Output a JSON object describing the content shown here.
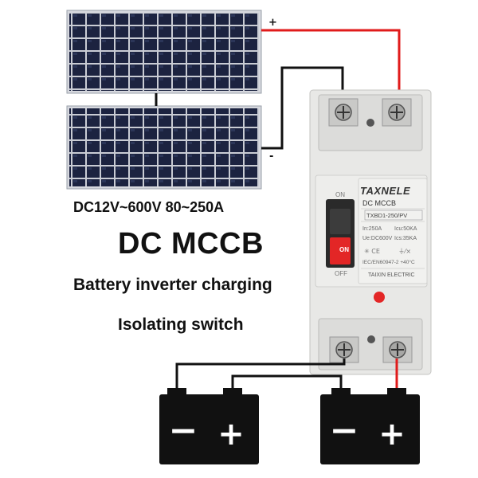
{
  "product": {
    "spec_line": "DC12V~600V 80~250A",
    "title": "DC MCCB",
    "feature_1": "Battery inverter charging",
    "feature_2": "Isolating switch"
  },
  "wiring": {
    "positive_symbol": "+",
    "negative_symbol": "-"
  },
  "breaker": {
    "brand": "TAXNELE",
    "product_name": "DC MCCB",
    "model": "TXBD1-250/PV",
    "rated_current": "In:250A",
    "icu": "Icu:50KA",
    "rated_voltage": "Ue:DC600V",
    "ics": "Ics:35KA",
    "standard": "IEC/EN60947-2  +40°C",
    "manufacturer": "TAIXIN ELECTRIC",
    "on_label": "ON",
    "off_label": "OFF",
    "handle_label": "ON"
  },
  "batteries": [
    {
      "minus": "−",
      "plus": "+"
    },
    {
      "minus": "−",
      "plus": "+"
    }
  ],
  "colors": {
    "positive_wire": "#e01b1b",
    "negative_wire": "#111111",
    "panel_cell": "#1c2340",
    "breaker_body": "#e8e8e6"
  }
}
